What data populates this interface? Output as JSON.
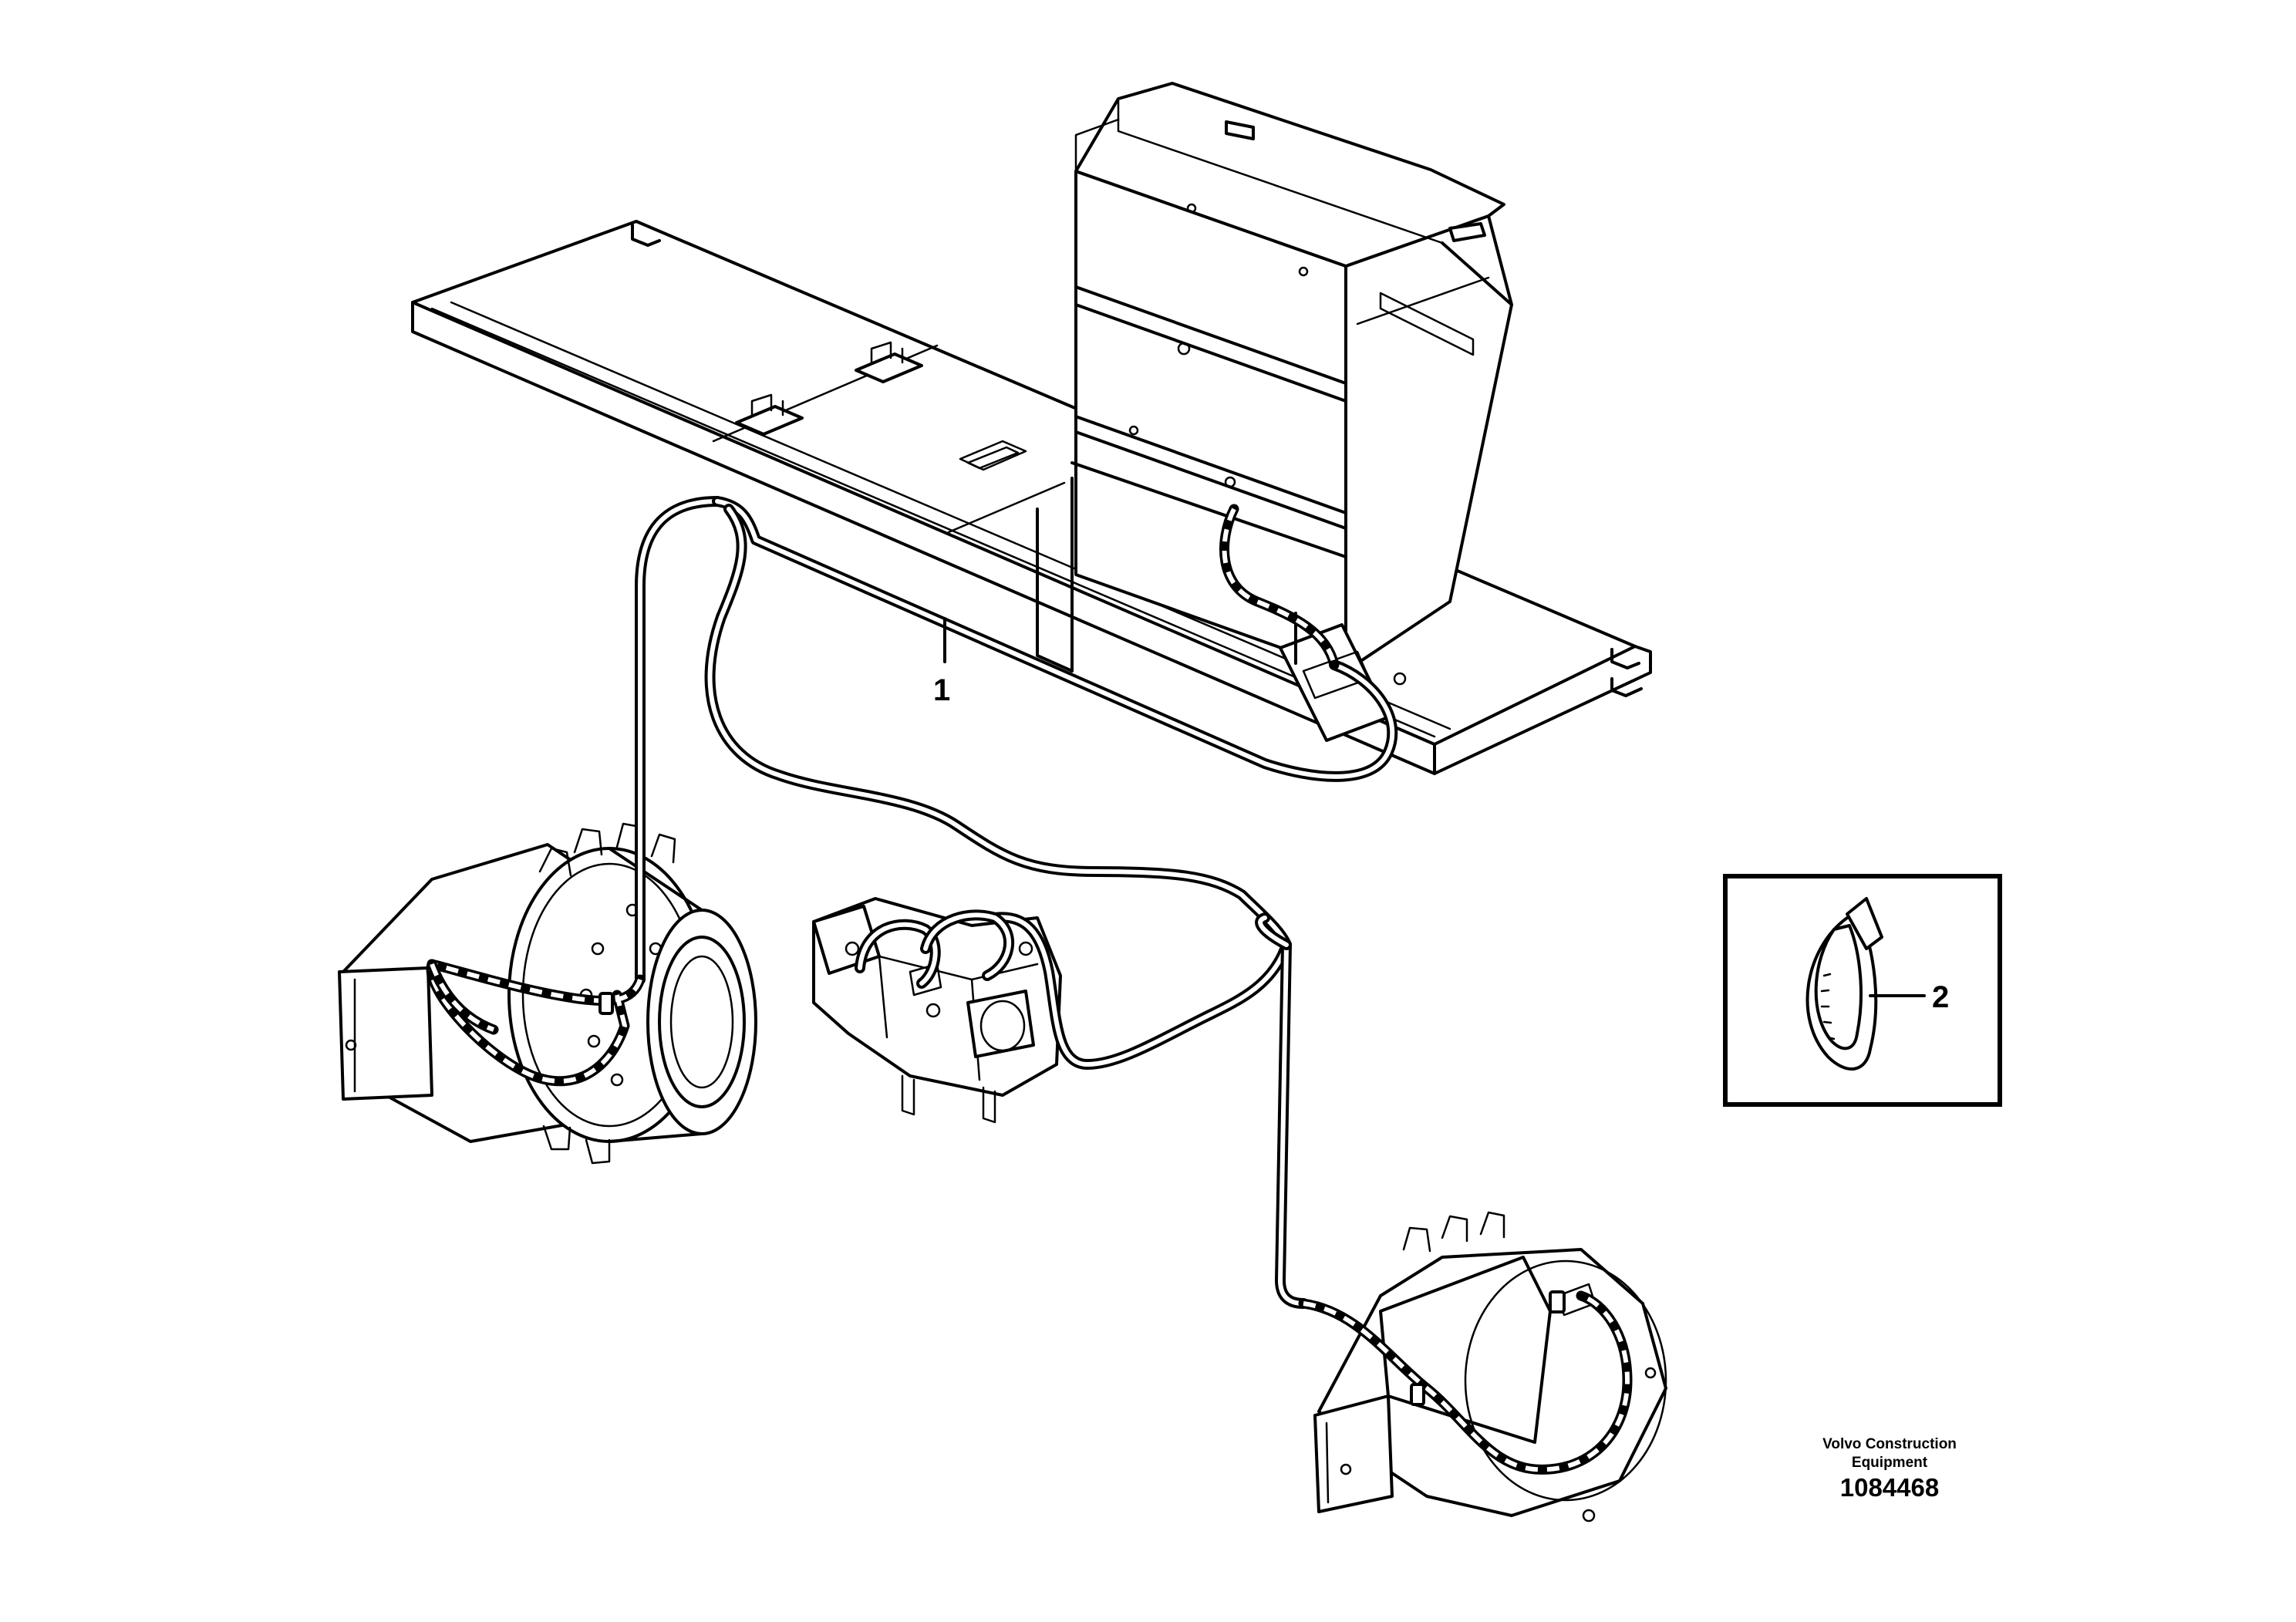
{
  "callouts": {
    "harness": "1",
    "cable_tie": "2"
  },
  "brand": {
    "line1": "Volvo Construction",
    "line2": "Equipment"
  },
  "drawing_number": "1084468"
}
